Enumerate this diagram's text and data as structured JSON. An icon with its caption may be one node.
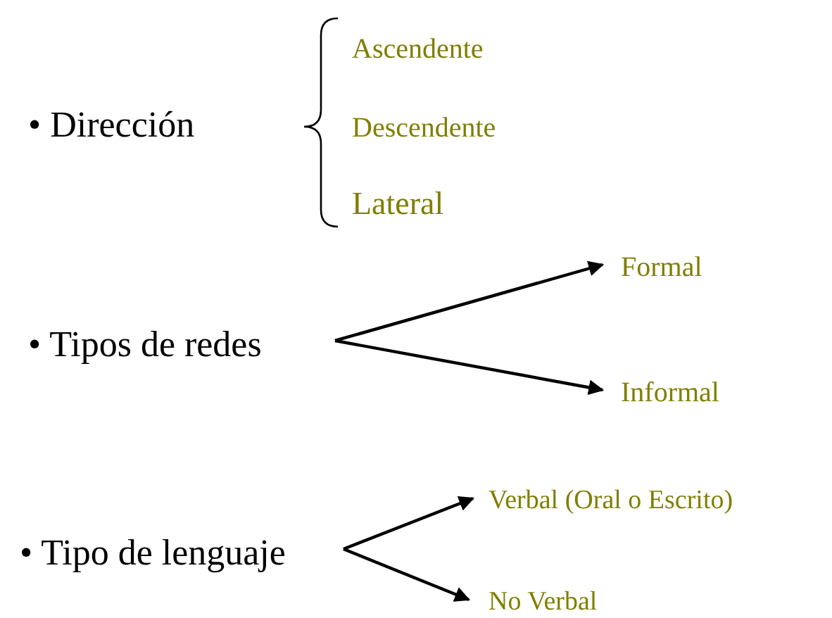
{
  "diagram": {
    "nodes": [
      {
        "text": [
          "• Dirección"
        ]
      },
      {
        "text": [
          "Ascendente"
        ]
      },
      {
        "text": [
          "Descendente"
        ]
      },
      {
        "text": [
          "Lateral"
        ]
      },
      {
        "text": [
          "• Tipos de redes"
        ]
      },
      {
        "text": [
          "Formal"
        ]
      },
      {
        "text": [
          "Informal"
        ]
      },
      {
        "text": [
          "• Tipo de lenguaje"
        ]
      },
      {
        "text": [
          "Verbal (Oral o Escrito)"
        ]
      },
      {
        "text": [
          "No Verbal"
        ]
      }
    ],
    "edges": [
      {
        "from": 4,
        "to": 5,
        "arrow": "to"
      },
      {
        "from": 4,
        "to": 6,
        "arrow": "to"
      },
      {
        "from": 7,
        "to": 8,
        "arrow": "to"
      },
      {
        "from": 7,
        "to": 9,
        "arrow": "to"
      }
    ]
  }
}
